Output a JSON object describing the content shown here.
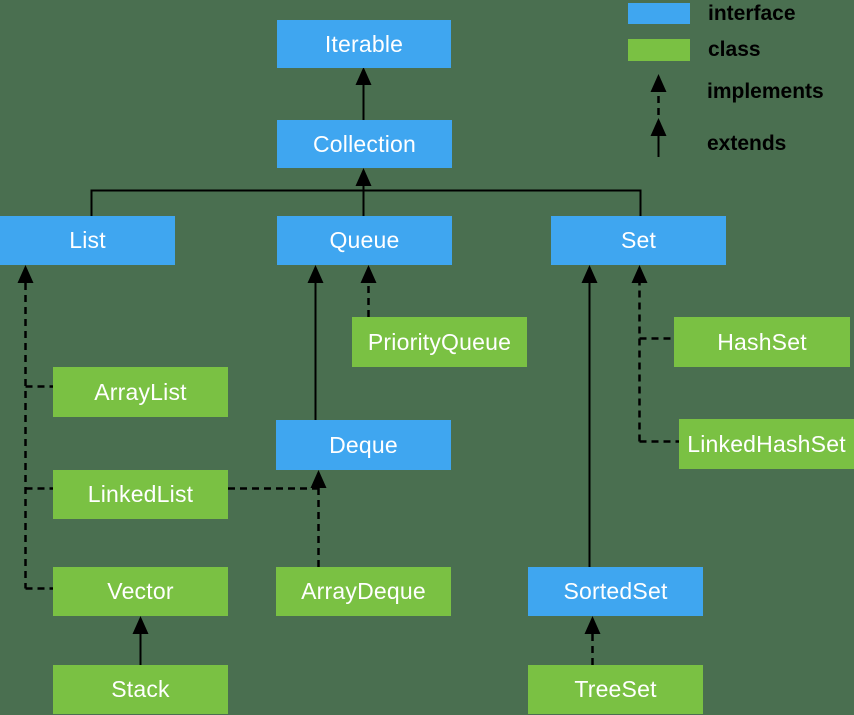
{
  "colors": {
    "interface": "#3FA6F0",
    "class": "#7AC143",
    "background": "#4A6F50",
    "line": "#000000",
    "box_text": "#FFFFFF",
    "legend_text": "#000000"
  },
  "legend": {
    "items": [
      {
        "swatch": "interface",
        "label": "interface"
      },
      {
        "swatch": "class",
        "label": "class"
      },
      {
        "arrow": "dashed",
        "label": "implements"
      },
      {
        "arrow": "solid",
        "label": "extends"
      }
    ]
  },
  "nodes": {
    "iterable": {
      "label": "Iterable",
      "type": "interface"
    },
    "collection": {
      "label": "Collection",
      "type": "interface"
    },
    "list": {
      "label": "List",
      "type": "interface"
    },
    "queue": {
      "label": "Queue",
      "type": "interface"
    },
    "set": {
      "label": "Set",
      "type": "interface"
    },
    "priorityqueue": {
      "label": "PriorityQueue",
      "type": "class"
    },
    "hashset": {
      "label": "HashSet",
      "type": "class"
    },
    "arraylist": {
      "label": "ArrayList",
      "type": "class"
    },
    "deque": {
      "label": "Deque",
      "type": "interface"
    },
    "linkedhashset": {
      "label": "LinkedHashSet",
      "type": "class"
    },
    "linkedlist": {
      "label": "LinkedList",
      "type": "class"
    },
    "vector": {
      "label": "Vector",
      "type": "class"
    },
    "arraydeque": {
      "label": "ArrayDeque",
      "type": "class"
    },
    "sortedset": {
      "label": "SortedSet",
      "type": "interface"
    },
    "stack": {
      "label": "Stack",
      "type": "class"
    },
    "treeset": {
      "label": "TreeSet",
      "type": "class"
    }
  },
  "relationships": [
    {
      "from": "Collection",
      "to": "Iterable",
      "type": "extends"
    },
    {
      "from": "List",
      "to": "Collection",
      "type": "extends"
    },
    {
      "from": "Queue",
      "to": "Collection",
      "type": "extends"
    },
    {
      "from": "Set",
      "to": "Collection",
      "type": "extends"
    },
    {
      "from": "ArrayList",
      "to": "List",
      "type": "implements"
    },
    {
      "from": "LinkedList",
      "to": "List",
      "type": "implements"
    },
    {
      "from": "Vector",
      "to": "List",
      "type": "implements"
    },
    {
      "from": "Stack",
      "to": "Vector",
      "type": "extends"
    },
    {
      "from": "PriorityQueue",
      "to": "Queue",
      "type": "implements"
    },
    {
      "from": "Deque",
      "to": "Queue",
      "type": "extends"
    },
    {
      "from": "LinkedList",
      "to": "Deque",
      "type": "implements"
    },
    {
      "from": "ArrayDeque",
      "to": "Deque",
      "type": "implements"
    },
    {
      "from": "HashSet",
      "to": "Set",
      "type": "implements"
    },
    {
      "from": "LinkedHashSet",
      "to": "Set",
      "type": "implements"
    },
    {
      "from": "SortedSet",
      "to": "Set",
      "type": "extends"
    },
    {
      "from": "TreeSet",
      "to": "SortedSet",
      "type": "implements"
    }
  ]
}
